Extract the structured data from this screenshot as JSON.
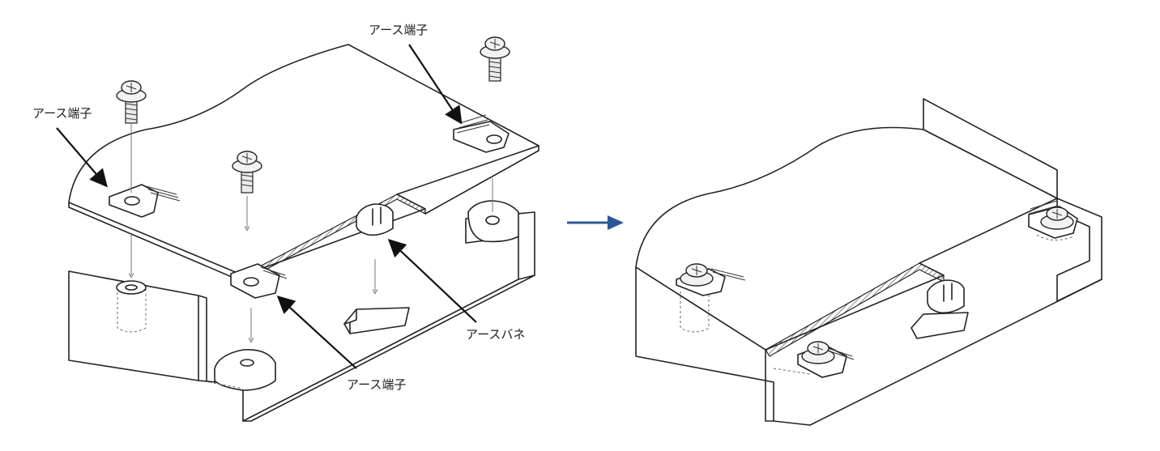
{
  "labels": {
    "earth_terminal_top": "アース端子",
    "earth_terminal_left": "アース端子",
    "earth_terminal_bottom": "アース端子",
    "earth_spring": "アースバネ"
  },
  "colors": {
    "transition_arrow": "#2b5797",
    "line": "#222222"
  },
  "icons": {
    "transition": "right-arrow-icon",
    "screw": "screw-icon",
    "spring": "spring-icon"
  }
}
